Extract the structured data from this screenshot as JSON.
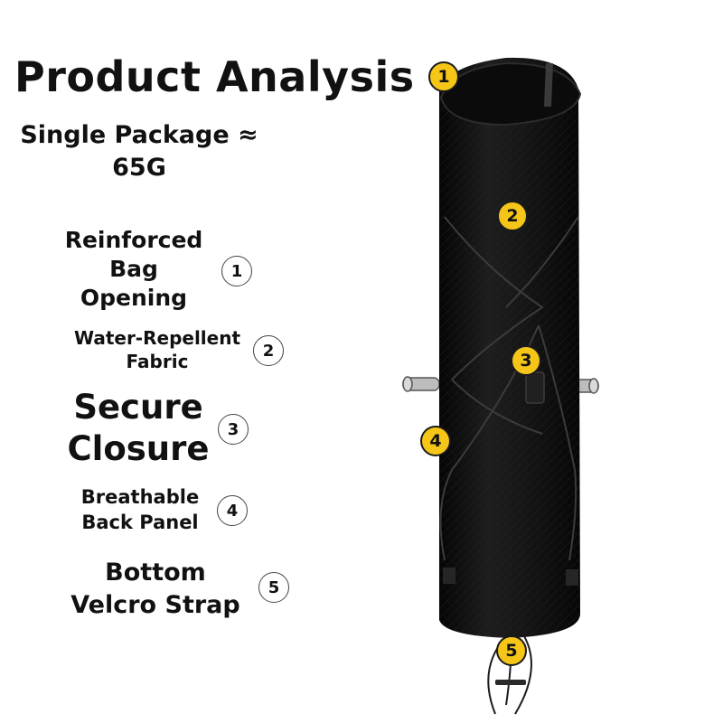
{
  "title": "Product Analysis",
  "weight_label": "Single Package ≈ 65G",
  "features": [
    {
      "number": "1",
      "label": "Reinforced Bag Opening"
    },
    {
      "number": "2",
      "label": "Water-Repellent Fabric"
    },
    {
      "number": "3",
      "label": "Secure Closure"
    },
    {
      "number": "4",
      "label": "Breathable Back Panel"
    },
    {
      "number": "5",
      "label": "Bottom Velcro Strap"
    }
  ],
  "markers": [
    "1",
    "2",
    "3",
    "4",
    "5"
  ],
  "colors": {
    "marker_fill": "#f5c518",
    "bag": "#111111",
    "text": "#111111"
  }
}
